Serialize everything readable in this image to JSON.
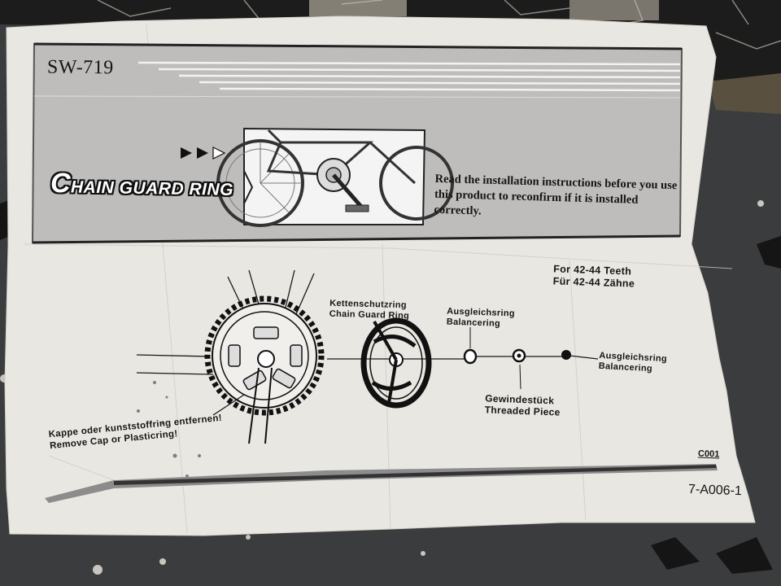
{
  "manual": {
    "model": "SW-719",
    "title_initial": "C",
    "title_rest": "HAIN GUARD RING",
    "instruction": "Read the installation instructions before you use this product to reconfirm if it is installed correctly.",
    "teeth_en": "For 42-44 Teeth",
    "teeth_de": "Für 42-44 Zähne",
    "chain_guard_de": "Kettenschutzring",
    "chain_guard_en": "Chain Guard Ring",
    "balancer_de": "Ausgleichsring",
    "balancer_en": "Balancering",
    "threaded_de": "Gewindestück",
    "threaded_en": "Threaded Piece",
    "remove_de": "Kappe oder kunststoffring entfernen!",
    "remove_en": "Remove Cap or Plasticring!",
    "code_small": "C001",
    "code_large": "7-A006-1"
  },
  "icons": [
    "arrow-right-icon",
    "bicycle-illustration",
    "chainring-drawing",
    "chain-guard-drawing",
    "balance-ring-icon",
    "threaded-piece-icon"
  ],
  "colors": {
    "paper": "#e9e7e2",
    "banner": "#b9b8b6",
    "ink": "#161616",
    "background": "#3a3b3d"
  }
}
